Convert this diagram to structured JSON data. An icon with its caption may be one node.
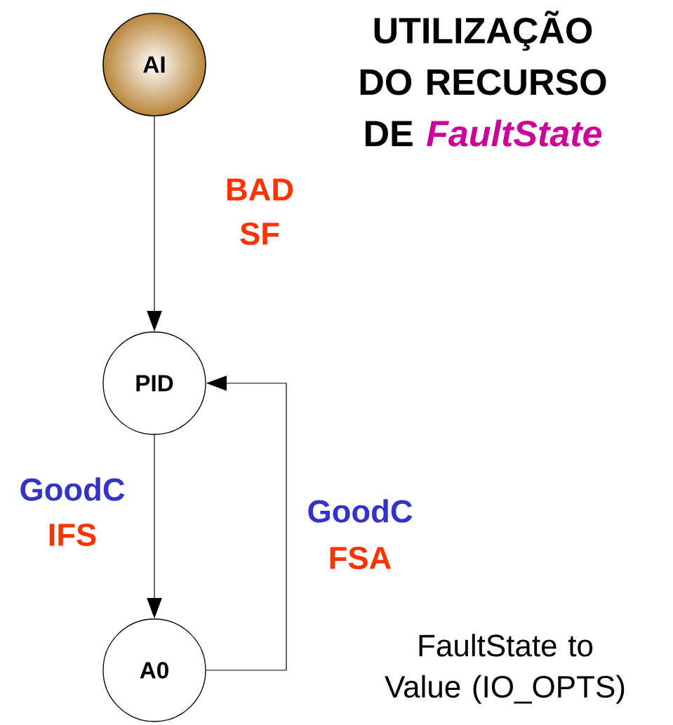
{
  "diagram": {
    "title": "UTILIZAÇÃO DO RECURSO DE *FaultState*",
    "nodes": [
      {
        "text": [
          "AI"
        ]
      },
      {
        "text": [
          "PID"
        ]
      },
      {
        "text": [
          "A0"
        ]
      }
    ],
    "edges": [
      {
        "from": 0,
        "to": 1,
        "arrow": "to"
      },
      {
        "from": 1,
        "to": 2,
        "arrow": "to"
      },
      {
        "from": 2,
        "to": 1,
        "arrow": "to"
      }
    ],
    "labels": [
      "BAD",
      "SF",
      "GoodC",
      "IFS",
      "GoodC",
      "FSA",
      "FaultState to Value (IO_OPTS)"
    ]
  }
}
